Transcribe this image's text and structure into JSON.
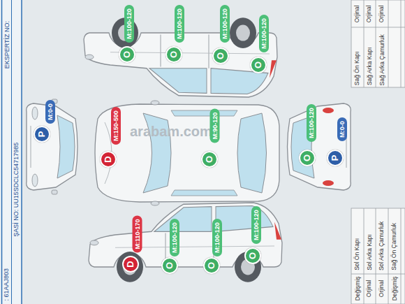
{
  "diagram": {
    "nodes": [
      {
        "text": [
          "M:100-120"
        ]
      },
      {
        "text": [
          "O"
        ]
      },
      {
        "text": [
          "M:100-120"
        ]
      },
      {
        "text": [
          "O"
        ]
      },
      {
        "text": [
          "M:100-120"
        ]
      },
      {
        "text": [
          "O"
        ]
      },
      {
        "text": [
          "M:100-120"
        ]
      },
      {
        "text": [
          "O"
        ]
      },
      {
        "text": [
          "M:0-0"
        ]
      },
      {
        "text": [
          "P"
        ]
      },
      {
        "text": [
          "M:150-500"
        ]
      },
      {
        "text": [
          "D"
        ]
      },
      {
        "text": [
          "M:90-120"
        ]
      },
      {
        "text": [
          "O"
        ]
      },
      {
        "text": [
          "M:100-120"
        ]
      },
      {
        "text": [
          "O"
        ]
      },
      {
        "text": [
          "M:0-0"
        ]
      },
      {
        "text": [
          "P"
        ]
      },
      {
        "text": [
          "M:110-170"
        ]
      },
      {
        "text": [
          "D"
        ]
      },
      {
        "text": [
          "M:100-120"
        ]
      },
      {
        "text": [
          "O"
        ]
      },
      {
        "text": [
          "M:100-120"
        ]
      },
      {
        "text": [
          "O"
        ]
      },
      {
        "text": [
          "M:100-120"
        ]
      },
      {
        "text": [
          "O"
        ]
      }
    ],
    "labels": [
      "EKSPERTİZ NO:",
      "ŞASİ NO: UU15SDCLC54717985",
      ": 61AAJ803",
      "arabam.com",
      "Orjinal",
      "Sağ Ön Kapı",
      "Orjinal",
      "Sağ Arka Kapı",
      "Orjinal",
      "Sağ Arka Çamurluk",
      "Değişmiş",
      "Sol Ön Kapı",
      "Orjinal",
      "Sol Arka Kapı",
      "Orjinal",
      "Sol Arka Çamurluk",
      "Değişmiş",
      "Sağ Ön Çamurluk"
    ]
  }
}
